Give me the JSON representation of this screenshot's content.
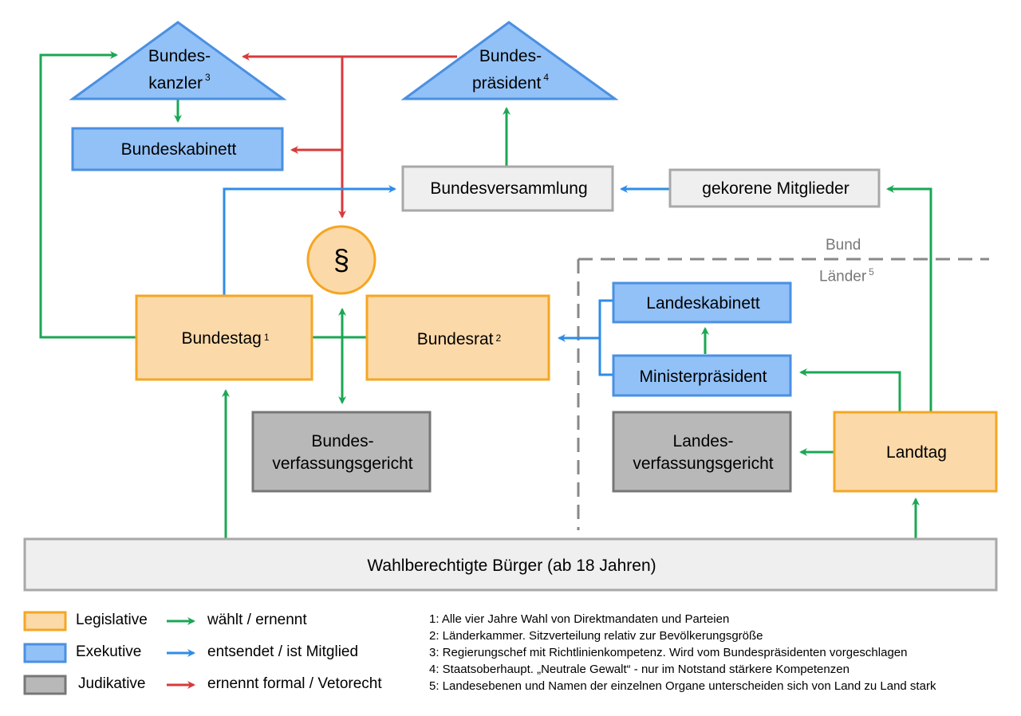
{
  "colors": {
    "legislative_fill": "#fcd9a8",
    "legislative_stroke": "#f5a623",
    "executive_fill": "#92c1f7",
    "executive_stroke": "#4a90e2",
    "judicative_fill": "#b8b8b8",
    "judicative_stroke": "#777777",
    "neutral_fill": "#efefef",
    "neutral_stroke": "#a8a8a8",
    "green": "#1ba755",
    "blue": "#2f8ce8",
    "red": "#d83a3a"
  },
  "nodes": {
    "bundeskanzler": {
      "line1": "Bundes-",
      "line2": "kanzler",
      "sup": "3"
    },
    "bundespraesident": {
      "line1": "Bundes-",
      "line2": "präsident",
      "sup": "4"
    },
    "bundeskabinett": "Bundeskabinett",
    "bundesversammlung": "Bundesversammlung",
    "gekorene_mitglieder": "gekorene Mitglieder",
    "grundgesetz": "§",
    "bundestag": {
      "label": "Bundestag",
      "sup": "1"
    },
    "bundesrat": {
      "label": "Bundesrat",
      "sup": "2"
    },
    "bundesverfassungsgericht": {
      "line1": "Bundes-",
      "line2": "verfassungsgericht"
    },
    "landeskabinett": "Landeskabinett",
    "ministerpraesident": "Ministerpräsident",
    "landesverfassungsgericht": {
      "line1": "Landes-",
      "line2": "verfassungsgericht"
    },
    "landtag": "Landtag",
    "buerger": "Wahlberechtigte Bürger (ab 18 Jahren)"
  },
  "levels": {
    "bund": "Bund",
    "laender": "Länder",
    "laender_sup": "5"
  },
  "legend": {
    "legislative": "Legislative",
    "executive": "Exekutive",
    "judicative": "Judikative",
    "green_arrow": "wählt / ernennt",
    "blue_arrow": "entsendet / ist Mitglied",
    "red_arrow": "ernennt formal / Vetorecht"
  },
  "notes": [
    "1: Alle vier Jahre Wahl von Direktmandaten und Parteien",
    "2: Länderkammer. Sitzverteilung relativ zur Bevölkerungsgröße",
    "3: Regierungschef mit Richtlinienkompetenz. Wird vom Bundespräsidenten vorgeschlagen",
    "4: Staatsoberhaupt. „Neutrale Gewalt“ - nur im Notstand stärkere Kompetenzen",
    "5: Landesebenen und Namen der einzelnen Organe unterscheiden sich von Land zu Land stark"
  ]
}
